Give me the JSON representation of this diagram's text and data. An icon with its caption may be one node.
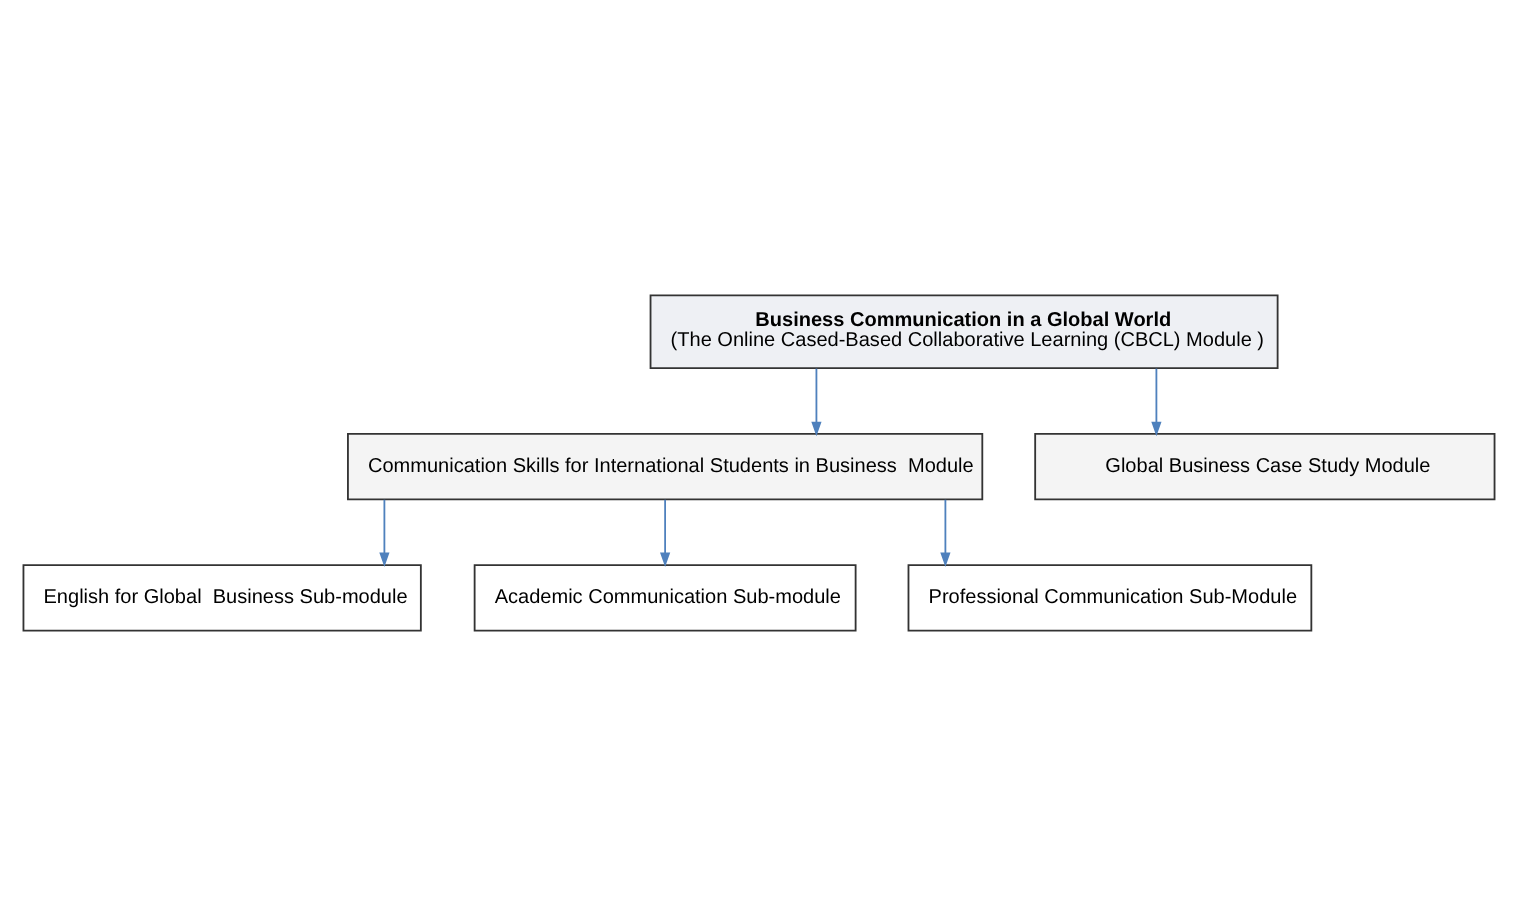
{
  "diagram": {
    "nodes": [
      {
        "text": [
          "Business Communication in a Global World",
          "(The Online Cased-Based Collaborative Learning (CBCL) Module )"
        ]
      },
      {
        "text": [
          "Communication Skills for International Students in Business  Module"
        ]
      },
      {
        "text": [
          "Global Business Case Study Module"
        ]
      },
      {
        "text": [
          "English for Global  Business Sub-module"
        ]
      },
      {
        "text": [
          "Academic Communication Sub-module"
        ]
      },
      {
        "text": [
          "Professional Communication Sub-Module"
        ]
      }
    ],
    "edges": [
      {
        "from": 0,
        "to": 1,
        "arrow": "to"
      },
      {
        "from": 0,
        "to": 2,
        "arrow": "to"
      },
      {
        "from": 1,
        "to": 3,
        "arrow": "to"
      },
      {
        "from": 1,
        "to": 4,
        "arrow": "to"
      },
      {
        "from": 1,
        "to": 5,
        "arrow": "to"
      }
    ]
  }
}
